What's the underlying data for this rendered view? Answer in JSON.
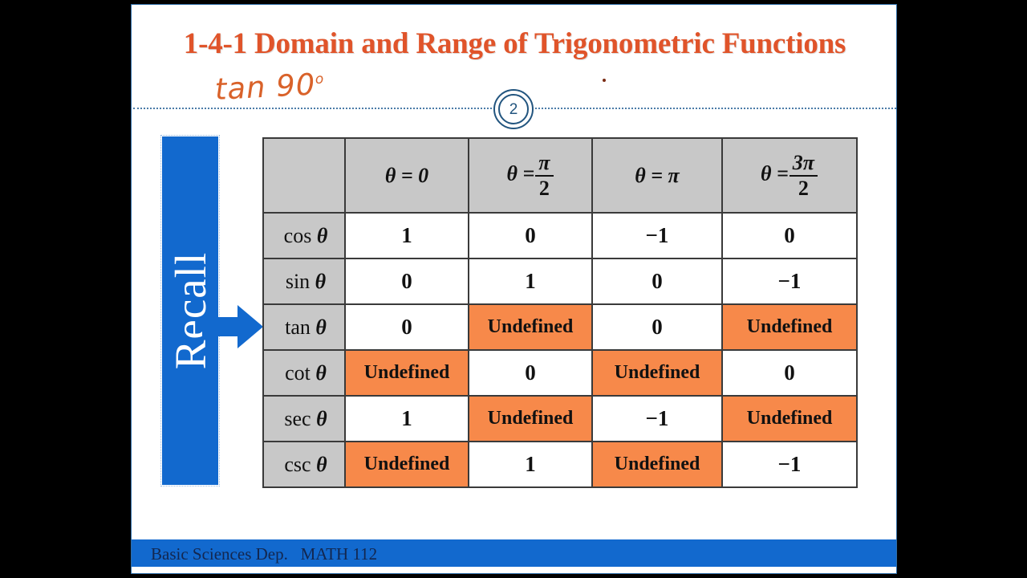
{
  "slide": {
    "title": "1-4-1 Domain and Range of Trigonometric Functions",
    "handwritten_note": "tan 90",
    "handwritten_note_degree": "o",
    "page_number": "2",
    "accent_orange": "#E0542A",
    "accent_blue": "#1269CE",
    "highlight_orange": "#F7894A",
    "header_gray": "#C8C8C8"
  },
  "callout": {
    "label": "Recall",
    "arrow_icon": "right-arrow-icon"
  },
  "table": {
    "headers": [
      "",
      "theta = 0",
      "theta = pi/2",
      "theta = pi",
      "theta = 3pi/2"
    ],
    "header_parts": {
      "col1": {
        "sym": "θ = 0"
      },
      "col2": {
        "lead": "θ =",
        "num": "π",
        "den": "2"
      },
      "col3": {
        "sym": "θ = π"
      },
      "col4": {
        "lead": "θ =",
        "num": "3π",
        "den": "2"
      }
    },
    "rows": [
      {
        "label_fn": "cos",
        "label_var": "θ",
        "values": [
          "1",
          "0",
          "−1",
          "0"
        ],
        "undefined_flags": [
          false,
          false,
          false,
          false
        ]
      },
      {
        "label_fn": "sin",
        "label_var": "θ",
        "values": [
          "0",
          "1",
          "0",
          "−1"
        ],
        "undefined_flags": [
          false,
          false,
          false,
          false
        ]
      },
      {
        "label_fn": "tan",
        "label_var": "θ",
        "values": [
          "0",
          "Undefined",
          "0",
          "Undefined"
        ],
        "undefined_flags": [
          false,
          true,
          false,
          true
        ]
      },
      {
        "label_fn": "cot",
        "label_var": "θ",
        "values": [
          "Undefined",
          "0",
          "Undefined",
          "0"
        ],
        "undefined_flags": [
          true,
          false,
          true,
          false
        ]
      },
      {
        "label_fn": "sec",
        "label_var": "θ",
        "values": [
          "1",
          "Undefined",
          "−1",
          "Undefined"
        ],
        "undefined_flags": [
          false,
          true,
          false,
          true
        ]
      },
      {
        "label_fn": "csc",
        "label_var": "θ",
        "values": [
          "Undefined",
          "1",
          "Undefined",
          "−1"
        ],
        "undefined_flags": [
          true,
          false,
          true,
          false
        ]
      }
    ]
  },
  "footer": {
    "text": "Basic Sciences Dep.   MATH 112"
  }
}
